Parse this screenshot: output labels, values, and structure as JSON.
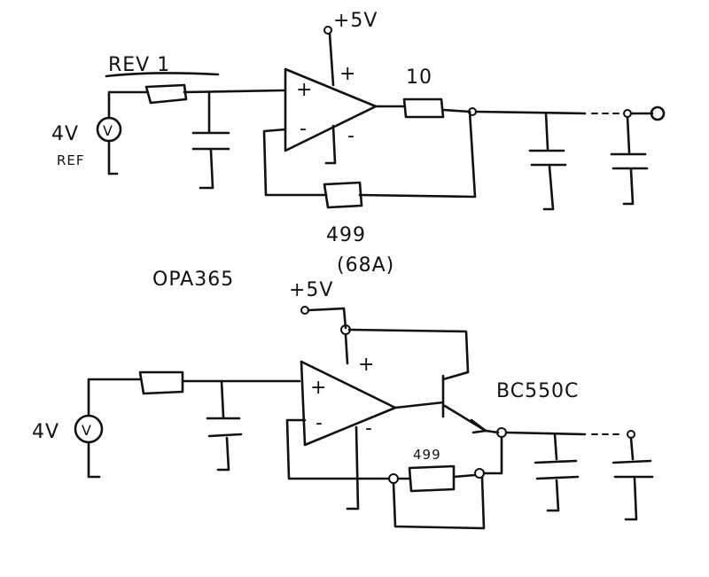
{
  "labels": {
    "rev": "REV 1",
    "ref_voltage": "4V",
    "ref": "REF",
    "top_supply": "+5V",
    "top_plus": "+",
    "top_minus": "-",
    "opamp_in_plus": "+",
    "opamp_in_minus": "-",
    "series_res": "10",
    "feedback_res": "499",
    "feedback_res_alt": "(68A)",
    "opamp_part": "OPA365",
    "bottom_supply": "+5V",
    "bottom_plus": "+",
    "bottom_minus": "-",
    "bottom_ref_voltage": "4V",
    "transistor": "BC550C",
    "bottom_res": "499",
    "source_symbol": "V"
  }
}
